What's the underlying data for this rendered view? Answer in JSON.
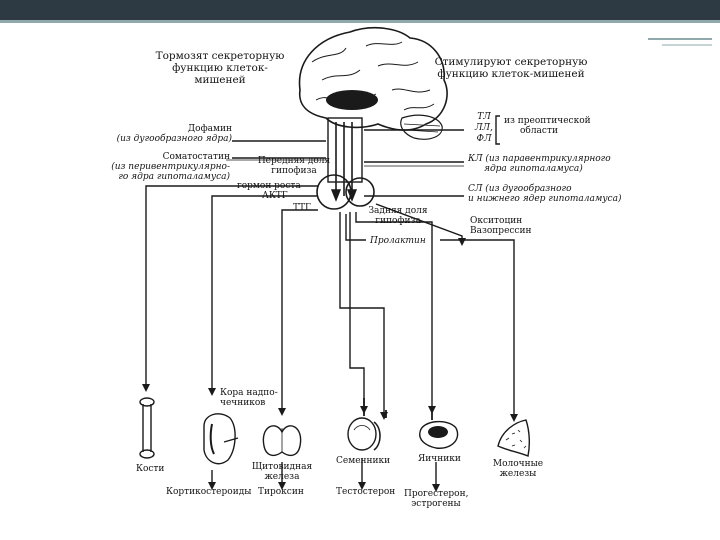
{
  "left_heading": [
    "Тормозят секреторную",
    "функцию клеток-",
    "мишеней"
  ],
  "right_heading": [
    "Стимулируют секреторную",
    "функцию клеток-мишеней"
  ],
  "inhibitors": {
    "dopamine": [
      "Дофамин",
      "(из дугообразного ядра)"
    ],
    "somatostatin": [
      "Соматостатин",
      "(из перивентрикулярно-",
      "го ядра гипоталамуса)"
    ]
  },
  "releasers": {
    "tl_fl": [
      "ТЛ",
      "ЛЛ,",
      "ФЛ"
    ],
    "preoptic": [
      "из преоптической",
      "области"
    ],
    "kl": [
      "КЛ (из паравентрикулярного",
      "ядра гипоталамуса)"
    ],
    "sl": [
      "СЛ (из дугообразного",
      "и нижнего ядер гипоталамуса)"
    ],
    "oxytocin": [
      "Окситоцин",
      "Вазопрессин"
    ]
  },
  "pituitary": {
    "anterior": [
      "Передняя доля",
      "гипофиза"
    ],
    "posterior": [
      "Задняя доля",
      "гипофиза"
    ]
  },
  "hormones": {
    "growth": "гормон роста",
    "acth": "АКТГ",
    "tsh": "ТТГ",
    "prolactin": "Пролактин"
  },
  "targets": {
    "bones": "Кости",
    "adrenal": [
      "Кора надпо-",
      "чечников"
    ],
    "corticosteroids": "Кортикостероиды",
    "thyroid": [
      "Щитовидная",
      "железа"
    ],
    "thyroxine": "Тироксин",
    "testes": "Семенники",
    "testosterone": "Тестостерон",
    "ovaries": "Яичники",
    "ovary_hormones": [
      "Прогестерон,",
      "эстрогены"
    ],
    "mammary": [
      "Молочные",
      "железы"
    ]
  },
  "colors": {
    "topbar": "#2d3a43",
    "accent": "#8fa9ad",
    "ink": "#141414"
  }
}
